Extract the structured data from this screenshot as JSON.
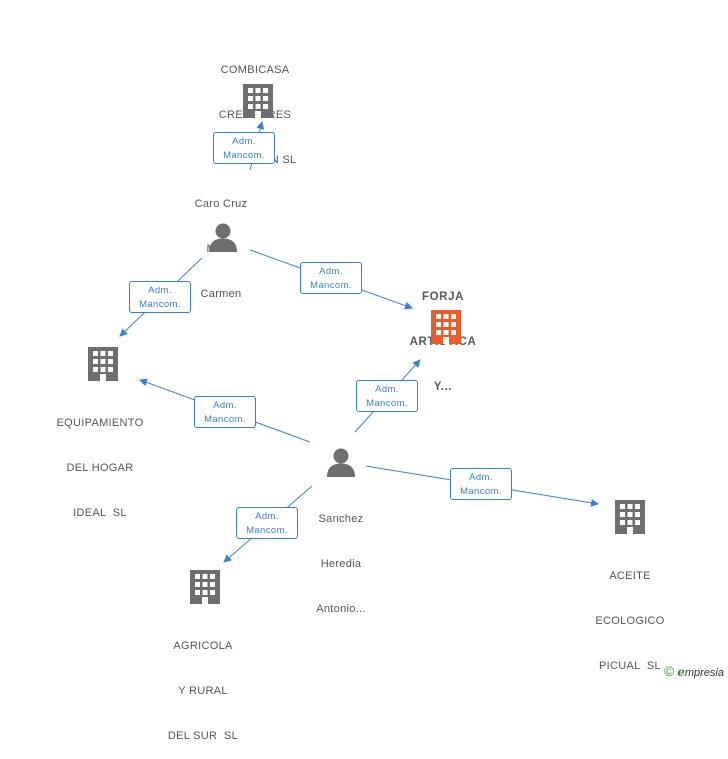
{
  "colors": {
    "edge": "#3a7fd5",
    "building": "#6e6e6e",
    "focus_building": "#ef5a2a",
    "person": "#6e6e6e"
  },
  "companies": [
    {
      "id": "combicasa",
      "lines": [
        "COMBICASA",
        "CREADORES",
        "DE ILUSION SL"
      ],
      "icon": "building-icon"
    },
    {
      "id": "forja",
      "lines": [
        "FORJA",
        "ARTISTICA",
        "Y..."
      ],
      "icon": "building-icon",
      "focus": true
    },
    {
      "id": "equipamiento",
      "lines": [
        "EQUIPAMIENTO",
        "DEL HOGAR",
        "IDEAL  SL"
      ],
      "icon": "building-icon"
    },
    {
      "id": "aceite",
      "lines": [
        "ACEITE",
        "ECOLOGICO",
        "PICUAL  SL"
      ],
      "icon": "building-icon"
    },
    {
      "id": "agricola",
      "lines": [
        "AGRICOLA",
        "Y RURAL",
        "DEL SUR  SL"
      ],
      "icon": "building-icon"
    }
  ],
  "people": [
    {
      "id": "caro",
      "lines": [
        "Caro Cruz",
        "Maria",
        "Carmen"
      ],
      "icon": "person-icon"
    },
    {
      "id": "sanchez",
      "lines": [
        "Sanchez",
        "Heredia",
        "Antonio..."
      ],
      "icon": "person-icon"
    }
  ],
  "relations": [
    {
      "id": "r1",
      "from": "caro",
      "to": "combicasa",
      "lines": [
        "Adm.",
        "Mancom."
      ]
    },
    {
      "id": "r2",
      "from": "caro",
      "to": "forja",
      "lines": [
        "Adm.",
        "Mancom."
      ]
    },
    {
      "id": "r3",
      "from": "caro",
      "to": "equipamiento",
      "lines": [
        "Adm.",
        "Mancom."
      ]
    },
    {
      "id": "r4",
      "from": "sanchez",
      "to": "equipamiento",
      "lines": [
        "Adm.",
        "Mancom."
      ]
    },
    {
      "id": "r5",
      "from": "sanchez",
      "to": "forja",
      "lines": [
        "Adm.",
        "Mancom."
      ]
    },
    {
      "id": "r6",
      "from": "sanchez",
      "to": "aceite",
      "lines": [
        "Adm.",
        "Mancom."
      ]
    },
    {
      "id": "r7",
      "from": "sanchez",
      "to": "agricola",
      "lines": [
        "Adm.",
        "Mancom."
      ]
    }
  ],
  "footer": {
    "copyright": "©",
    "brand_initial": "e",
    "brand_rest": "mpresia"
  }
}
